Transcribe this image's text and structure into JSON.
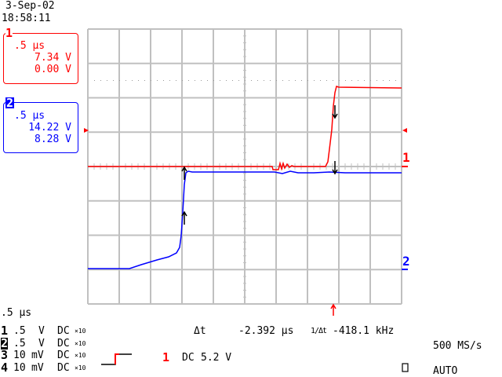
{
  "header": {
    "date": "3-Sep-02",
    "time": "18:58:11"
  },
  "colors": {
    "ch1": "#ff0000",
    "ch2": "#0000ff",
    "grid": "#c0c0c0"
  },
  "ch1_box": {
    "label": "1",
    "timebase": ".5 μs",
    "v1": "7.34 V",
    "v2": "0.00 V"
  },
  "ch2_box": {
    "label": "2",
    "timebase": ".5 μs",
    "v1": "14.22 V",
    "v2": "8.28 V"
  },
  "trace_labels": {
    "ch1": "1",
    "ch2": "2"
  },
  "timebase": ".5 μs",
  "channels": [
    {
      "num": "1",
      "scale": ".5",
      "unit": "V",
      "coupling": "DC",
      "probe": "×10"
    },
    {
      "num": "2",
      "scale": ".5",
      "unit": "V",
      "coupling": "DC",
      "probe": "×10"
    },
    {
      "num": "3",
      "scale": "10",
      "unit": "mV",
      "coupling": "DC",
      "probe": "×10"
    },
    {
      "num": "4",
      "scale": "10",
      "unit": "mV",
      "coupling": "DC",
      "probe": "×10"
    }
  ],
  "measure": {
    "dt_label": "Δt",
    "dt_value": "-2.392 μs",
    "inv_label": "1/Δt",
    "inv_value": "-418.1 kHz"
  },
  "trigger": {
    "source": "1",
    "coupling": "DC",
    "level": "5.2 V"
  },
  "acq": {
    "rate": "500 MS/s",
    "mode": "AUTO"
  }
}
